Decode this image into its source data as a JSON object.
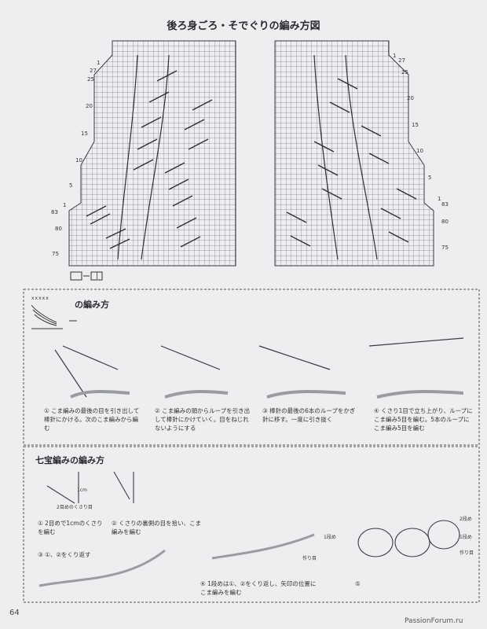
{
  "chart_title": "後ろ身ごろ・そでぐりの編み方図",
  "left_row_labels": [
    "1",
    "27",
    "25",
    "20",
    "15",
    "10",
    "5",
    "1",
    "83",
    "80",
    "75"
  ],
  "right_row_labels": [
    "1",
    "27",
    "25",
    "20",
    "15",
    "10",
    "5",
    "1",
    "83",
    "80",
    "75"
  ],
  "legend_symbol": "|",
  "section1": {
    "title": "の編み方",
    "icon_marks": "xxxxx",
    "captions": [
      "① こま編みの最後の目を引き出して棒針にかける。次のこま編みから編む",
      "② こま編みの頭からループを引き出して棒針にかけていく。目をねじれないようにする",
      "③ 棒針の最後の6本のループをかぎ針に移す。一度に引き抜く",
      "④ くさり1目で立ち上がり、ループにこま編み5目を編む。5本のループにこま編み5目を編む"
    ]
  },
  "section2": {
    "title": "七宝編みの編み方",
    "label_1cm": "1cm",
    "label_chain": "2目めのくさり目",
    "label_row1": "1段め",
    "label_start": "作り目",
    "label_row2": "2段め",
    "captions": [
      "① 2目めで1cmのくさりを編む",
      "② くさりの裏側の目を拾い、こま編みを編む",
      "③ ①、②をくり返す",
      "④ 1段めは①、②をくり返し、矢印の位置にこま編みを編む",
      "⑤"
    ]
  },
  "page_number": "64",
  "watermark": "PassionForum.ru"
}
